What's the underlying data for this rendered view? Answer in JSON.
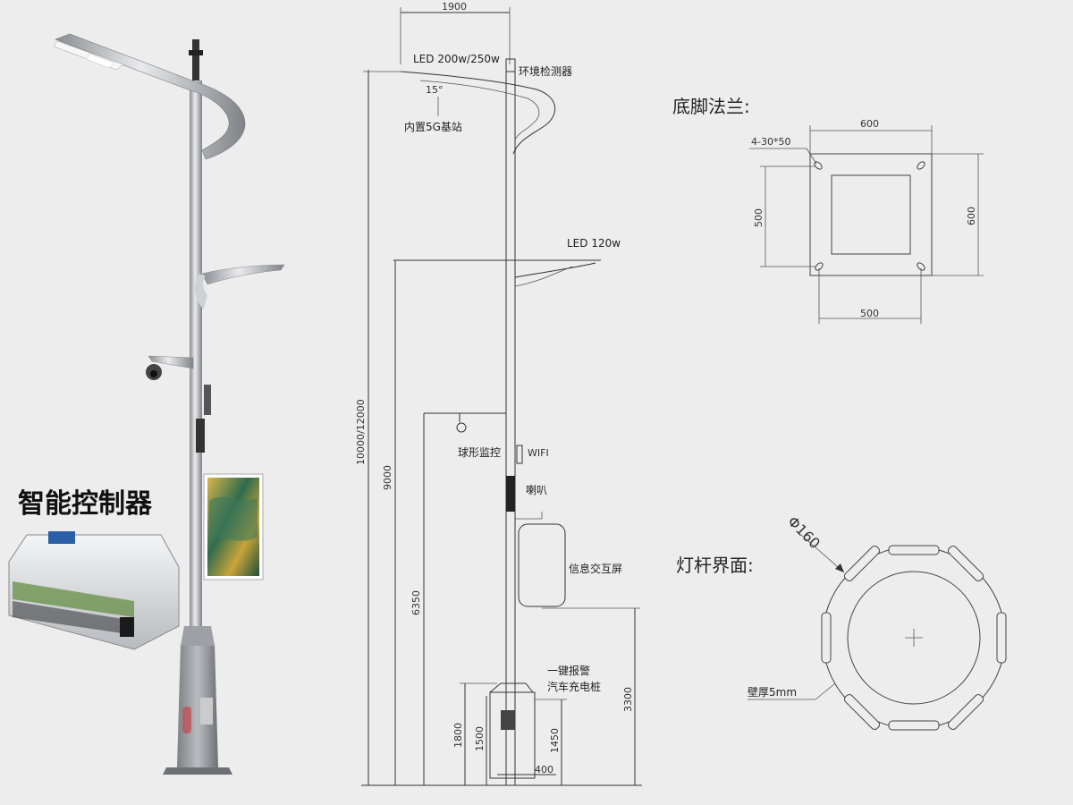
{
  "render": {
    "controller_title": "智能控制器",
    "elevation": {
      "arm_width": "1900",
      "led_top": "LED 200w/250w",
      "angle": "15°",
      "env_detector": "环境检测器",
      "base_station": "内置5G基站",
      "led_mid": "LED 120w",
      "camera": "球形监控",
      "wifi": "WIFI",
      "speaker": "喇叭",
      "screen": "信息交互屏",
      "alarm": "一键报警",
      "charger": "汽车充电桩",
      "h_total": "10000/12000",
      "h_9000": "9000",
      "h_6350": "6350",
      "h_3300": "3300",
      "h_1800": "1800",
      "h_1500": "1500",
      "h_1450": "1450",
      "w_400": "400"
    },
    "flange": {
      "title": "底脚法兰:",
      "top_dim": "600",
      "hole_spec": "4-30*50",
      "left_dim": "500",
      "right_dim": "600",
      "bottom_dim": "500"
    },
    "section": {
      "title": "灯杆界面:",
      "diameter": "Φ160",
      "wall": "壁厚5mm"
    }
  }
}
